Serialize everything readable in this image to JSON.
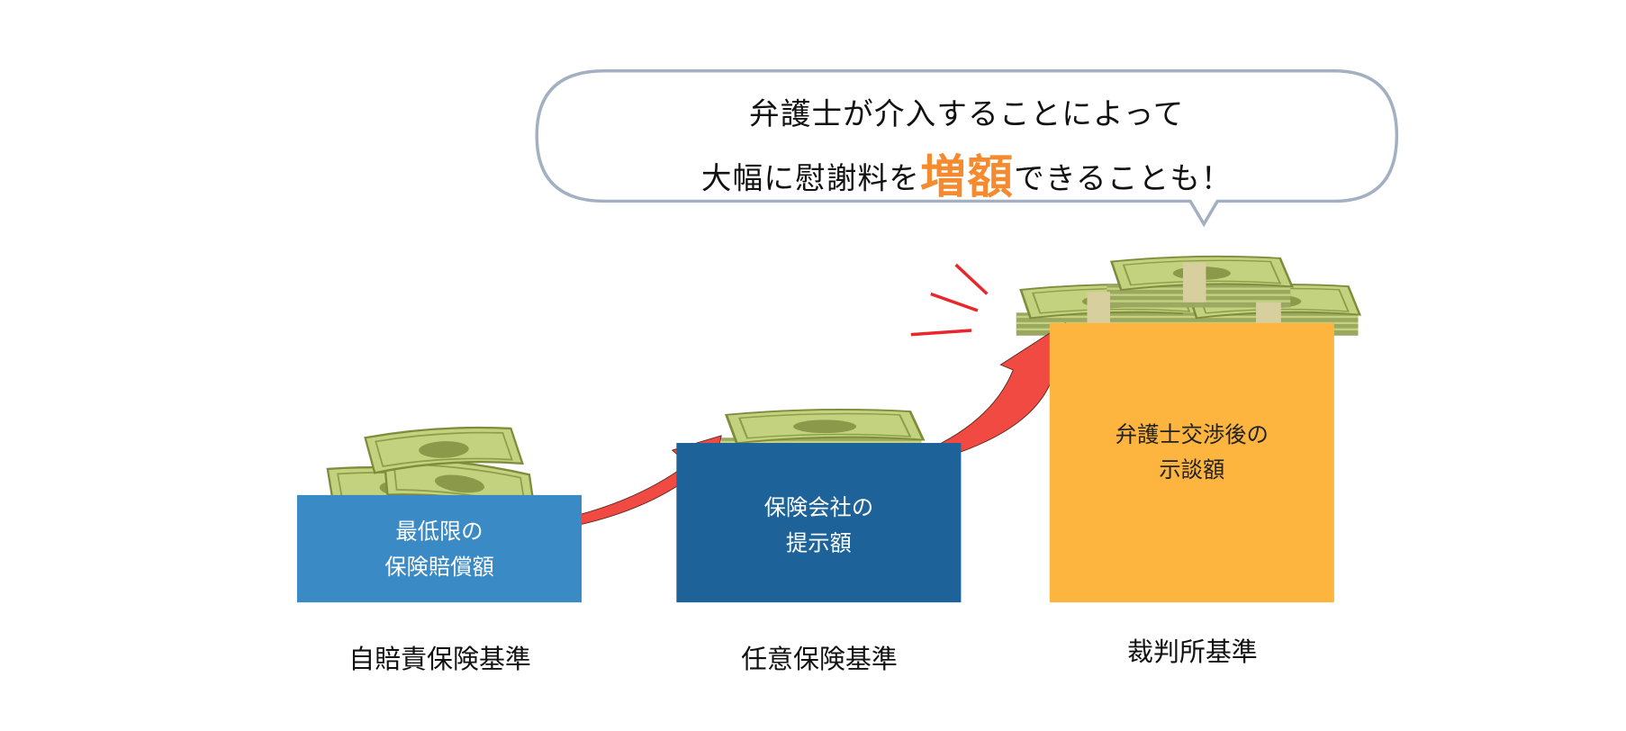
{
  "bubble": {
    "line1": "弁護士が介入することによって",
    "line2_prefix": "大幅に慰謝料を",
    "line2_highlight": "増額",
    "line2_suffix": "できることも！"
  },
  "steps": [
    {
      "box_line1": "最低限の",
      "box_line2": "保険賠償額",
      "label": "自賠責保険基準"
    },
    {
      "box_line1": "保険会社の",
      "box_line2": "提示額",
      "label": "任意保険基準"
    },
    {
      "box_line1": "弁護士交渉後の",
      "box_line2": "示談額",
      "label": "裁判所基準"
    }
  ],
  "colors": {
    "step1": "#3a8ac6",
    "step2": "#1d6399",
    "step3": "#fdb53f",
    "highlight": "#f58a2e",
    "arrow": "#f04a43",
    "money": "#c3d27f"
  }
}
